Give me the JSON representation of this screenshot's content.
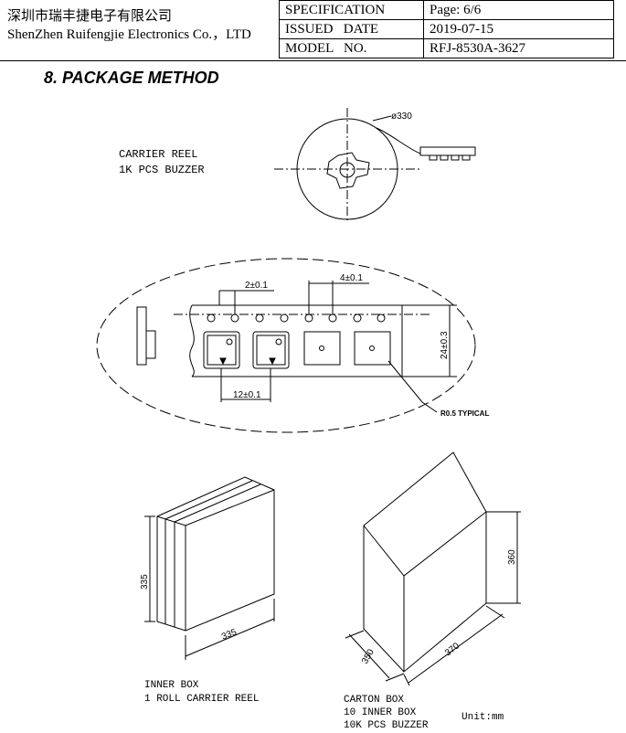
{
  "header": {
    "company_cn": "深圳市瑞丰捷电子有限公司",
    "company_en": "ShenZhen Ruifengjie Electronics Co.，LTD",
    "rows": [
      {
        "key": "SPECIFICATION",
        "value": "Page: 6/6"
      },
      {
        "key": "ISSUED   DATE",
        "value": "2019-07-15"
      },
      {
        "key": "MODEL   NO.",
        "value": "RFJ-8530A-3627"
      }
    ]
  },
  "section_title": "8. PACKAGE METHOD",
  "reel": {
    "label_line1": "CARRIER REEL",
    "label_line2": "1K PCS BUZZER",
    "diameter": "ø330"
  },
  "tape": {
    "pitch_small": "2±0.1",
    "pitch_hole": "4±0.1",
    "pitch_pocket": "12±0.1",
    "width": "24±0.3",
    "radius_note": "R0.5 TYPICAL"
  },
  "inner_box": {
    "dim_height": "335",
    "dim_width": "335",
    "label_line1": "INNER BOX",
    "label_line2": "1 ROLL CARRIER REEL"
  },
  "carton_box": {
    "dim_height": "360",
    "dim_depth": "350",
    "dim_length": "370",
    "label_line1": "CARTON BOX",
    "label_line2": "10 INNER BOX",
    "label_line3": "10K PCS BUZZER"
  },
  "unit_note": "Unit:mm"
}
